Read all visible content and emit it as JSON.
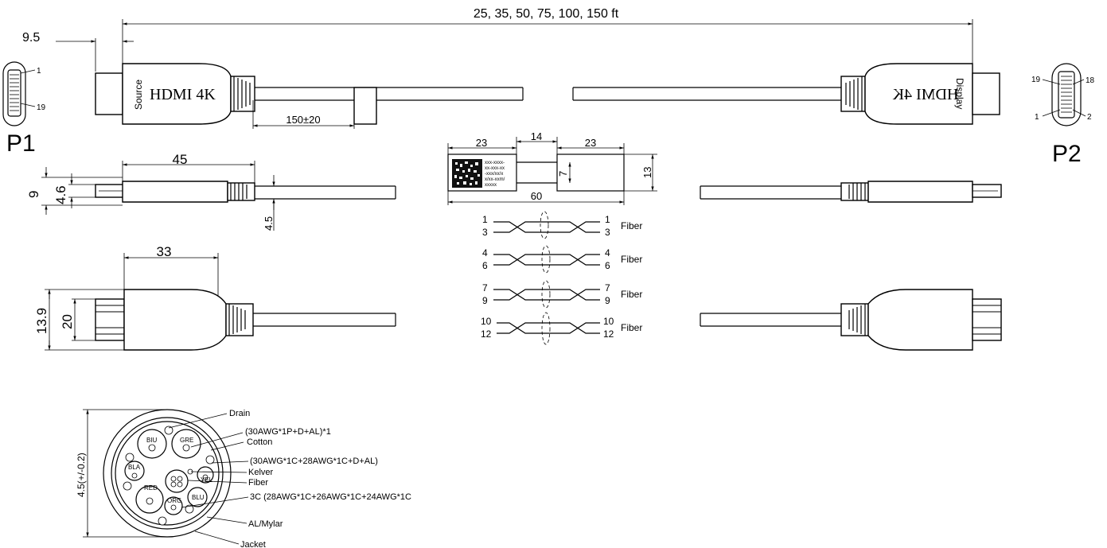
{
  "lengths_label": "25, 35, 50, 75, 100, 150 ft",
  "p1": {
    "label": "P1",
    "pin_top": "1",
    "pin_bottom": "19"
  },
  "p2": {
    "label": "P2",
    "pin_tl": "19",
    "pin_tr": "18",
    "pin_bl": "1",
    "pin_br": "2"
  },
  "source_connector": {
    "side_text": "Source",
    "model_text": "HDMI 4K"
  },
  "display_connector": {
    "side_text": "Display",
    "model_text": "HDMI 4K"
  },
  "dims": {
    "offset": "9.5",
    "pigtail": "150±20",
    "body_len": "45",
    "body_h_outer": "9",
    "body_h_inner": "4.6",
    "cable_dia": "4.5",
    "top_len": "33",
    "top_h_outer": "20",
    "top_h_inner": "13.9",
    "module_left": "23",
    "module_mid": "14",
    "module_right": "23",
    "module_total": "60",
    "module_h": "13",
    "module_inner_h": "7",
    "cross_section_dia": "4.5(+/-0.2)"
  },
  "module_label_lines": [
    "xxx-xxxx-",
    "xx-xxx-xx",
    "-xxx/xx/x",
    "x/xx-xxm/",
    "xxxxx"
  ],
  "fibers": [
    {
      "a": "1",
      "b": "3",
      "label": "Fiber"
    },
    {
      "a": "4",
      "b": "6",
      "label": "Fiber"
    },
    {
      "a": "7",
      "b": "9",
      "label": "Fiber"
    },
    {
      "a": "10",
      "b": "12",
      "label": "Fiber"
    }
  ],
  "cross_section": {
    "wires": [
      "BIU",
      "GRE",
      "BLA",
      "YEL",
      "RED",
      "ORG",
      "BLU"
    ],
    "callouts": [
      "Drain",
      "(30AWG*1P+D+AL)*1",
      "Cotton",
      "(30AWG*1C+28AWG*1C+D+AL)",
      "Kelver",
      "Fiber",
      "3C (28AWG*1C+26AWG*1C+24AWG*1C",
      "AL/Mylar",
      "Jacket"
    ]
  }
}
